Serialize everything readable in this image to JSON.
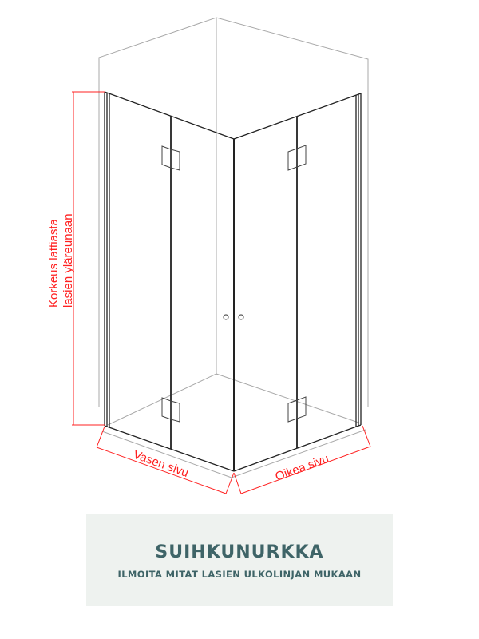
{
  "diagram": {
    "labels": {
      "height_line1": "Korkeus lattiasta",
      "height_line2": "lasien yläreunaan",
      "left_side": "Vasen sivu",
      "right_side": "Oikea sivu"
    },
    "colors": {
      "dimension": "#ff2020",
      "glass_edge": "#222222",
      "wall_line": "#a8a8a8"
    }
  },
  "caption": {
    "title": "SUIHKUNURKKA",
    "subtitle": "ILMOITA MITAT LASIEN ULKOLINJAN MUKAAN",
    "background": "#eef2ef",
    "text_color": "#3e6467"
  }
}
